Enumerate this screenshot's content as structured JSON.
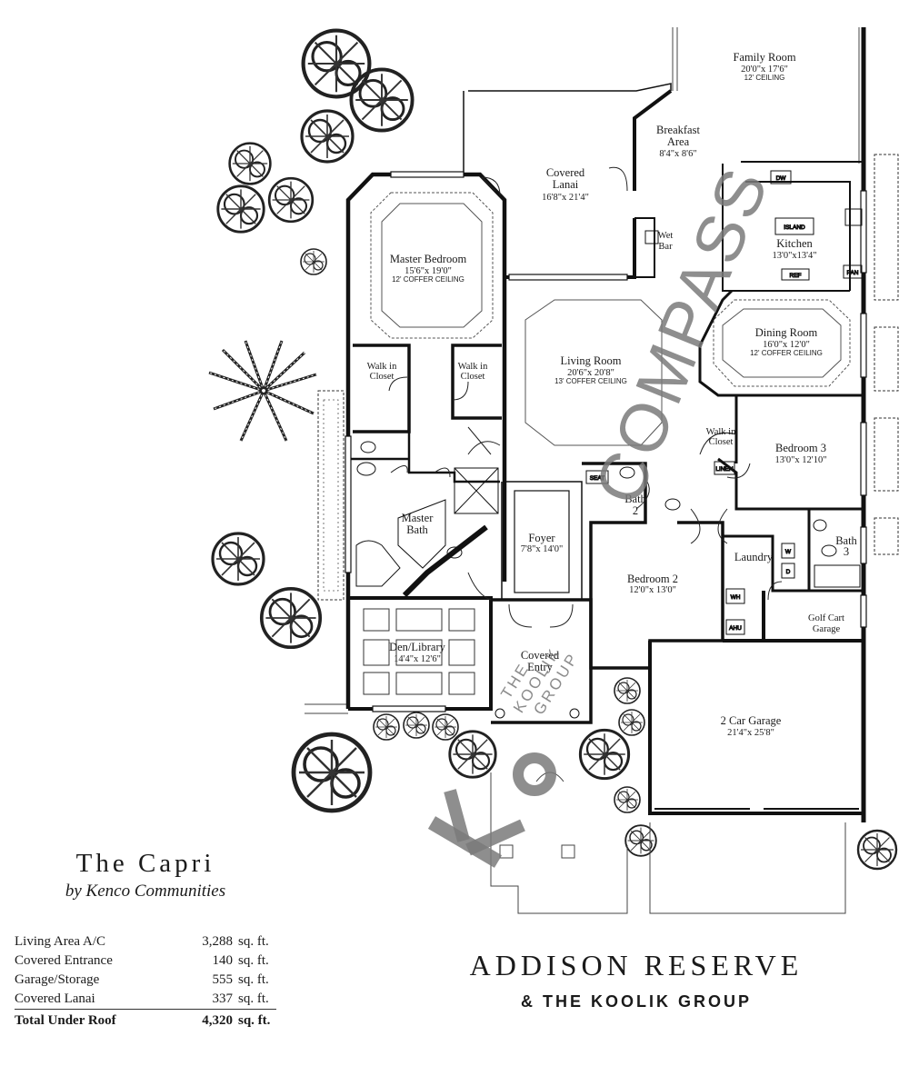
{
  "rooms": {
    "family_room": {
      "name": "Family Room",
      "dims": "20'0\"x 17'6\"",
      "ceiling": "12' CEILING"
    },
    "breakfast": {
      "name1": "Breakfast",
      "name2": "Area",
      "dims": "8'4\"x 8'6\""
    },
    "covered_lanai": {
      "name1": "Covered",
      "name2": "Lanai",
      "dims": "16'8\"x 21'4\""
    },
    "master_bedroom": {
      "name": "Master Bedroom",
      "dims": "15'6\"x 19'0\"",
      "ceiling": "12' COFFER CEILING"
    },
    "wet_bar": {
      "name1": "Wet",
      "name2": "Bar"
    },
    "kitchen": {
      "name": "Kitchen",
      "dims": "13'0\"x13'4\""
    },
    "living_room": {
      "name": "Living Room",
      "dims": "20'6\"x 20'8\"",
      "ceiling": "13' COFFER CEILING"
    },
    "dining_room": {
      "name": "Dining Room",
      "dims": "16'0\"x 12'0\"",
      "ceiling": "12' COFFER CEILING"
    },
    "walk_in_closet_1": {
      "name1": "Walk in",
      "name2": "Closet"
    },
    "walk_in_closet_2": {
      "name1": "Walk in",
      "name2": "Closet"
    },
    "walk_in_closet_3": {
      "name1": "Walk in",
      "name2": "Closet"
    },
    "bedroom_3": {
      "name": "Bedroom 3",
      "dims": "13'0\"x 12'10\""
    },
    "master_bath": {
      "name1": "Master",
      "name2": "Bath"
    },
    "foyer": {
      "name": "Foyer",
      "dims": "7'8\"x 14'0\""
    },
    "bath_2": {
      "name1": "Bath",
      "name2": "2"
    },
    "bath_3": {
      "name1": "Bath",
      "name2": "3"
    },
    "bedroom_2": {
      "name": "Bedroom 2",
      "dims": "12'0\"x 13'0\""
    },
    "laundry": {
      "name": "Laundry"
    },
    "den_library": {
      "name": "Den/Library",
      "dims": "14'4\"x 12'6\""
    },
    "covered_entry": {
      "name1": "Covered",
      "name2": "Entry"
    },
    "golf_cart_garage": {
      "name1": "Golf Cart",
      "name2": "Garage"
    },
    "two_car_garage": {
      "name": "2 Car Garage",
      "dims": "21'4\"x 25'8\""
    }
  },
  "fixtures": {
    "dw": "DW",
    "island": "ISLAND",
    "ref": "REF",
    "pan": "PAN",
    "seat": "SEAT",
    "linen": "LINEN",
    "wh": "WH",
    "ahu": "AHU",
    "w": "W",
    "d": "D"
  },
  "watermarks": {
    "compass": "COMPASS",
    "koolik_lines": [
      "THE",
      "KOOLIK",
      "GROUP"
    ]
  },
  "model": {
    "name": "The Capri",
    "builder": "by Kenco Communities"
  },
  "areas": [
    {
      "label": "Living Area A/C",
      "value": "3,288",
      "unit": "sq. ft."
    },
    {
      "label": "Covered Entrance",
      "value": "140",
      "unit": "sq. ft."
    },
    {
      "label": "Garage/Storage",
      "value": "555",
      "unit": "sq. ft."
    },
    {
      "label": "Covered Lanai",
      "value": "337",
      "unit": "sq. ft."
    }
  ],
  "total": {
    "label": "Total Under Roof",
    "value": "4,320",
    "unit": "sq. ft."
  },
  "brand": {
    "name": "ADDISON RESERVE",
    "partner": "& THE KOOLIK GROUP"
  }
}
